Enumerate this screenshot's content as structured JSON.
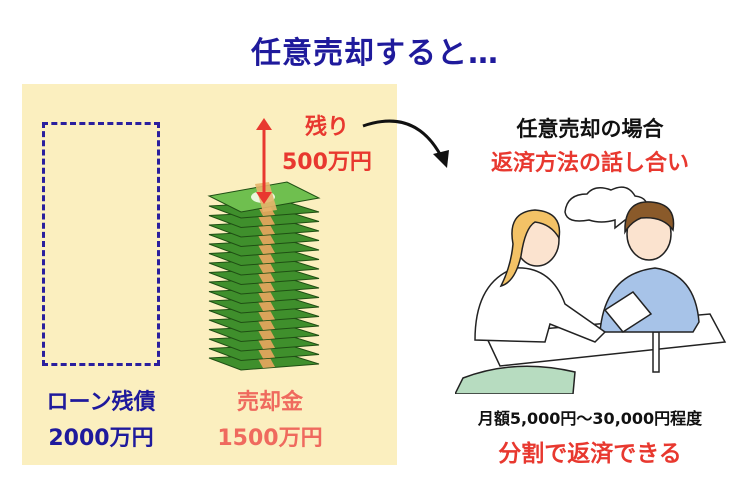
{
  "title": "任意売却すると…",
  "loan": {
    "label": "ローン残債",
    "amount": "2000万円"
  },
  "sale": {
    "label": "売却金",
    "amount": "1500万円"
  },
  "remainder": {
    "label": "残り",
    "amount": "500万円"
  },
  "case": {
    "title": "任意売却の場合",
    "subtitle": "返済方法の話し合い",
    "monthly": "月額5,000円〜30,000円程度",
    "installment": "分割で返済できる"
  },
  "colors": {
    "title_blue": "#1f1a9c",
    "panel_bg": "#fbefbf",
    "accent_red": "#e8382f",
    "sale_pink": "#ef6a5e",
    "money_green": "#3f8f2c"
  }
}
